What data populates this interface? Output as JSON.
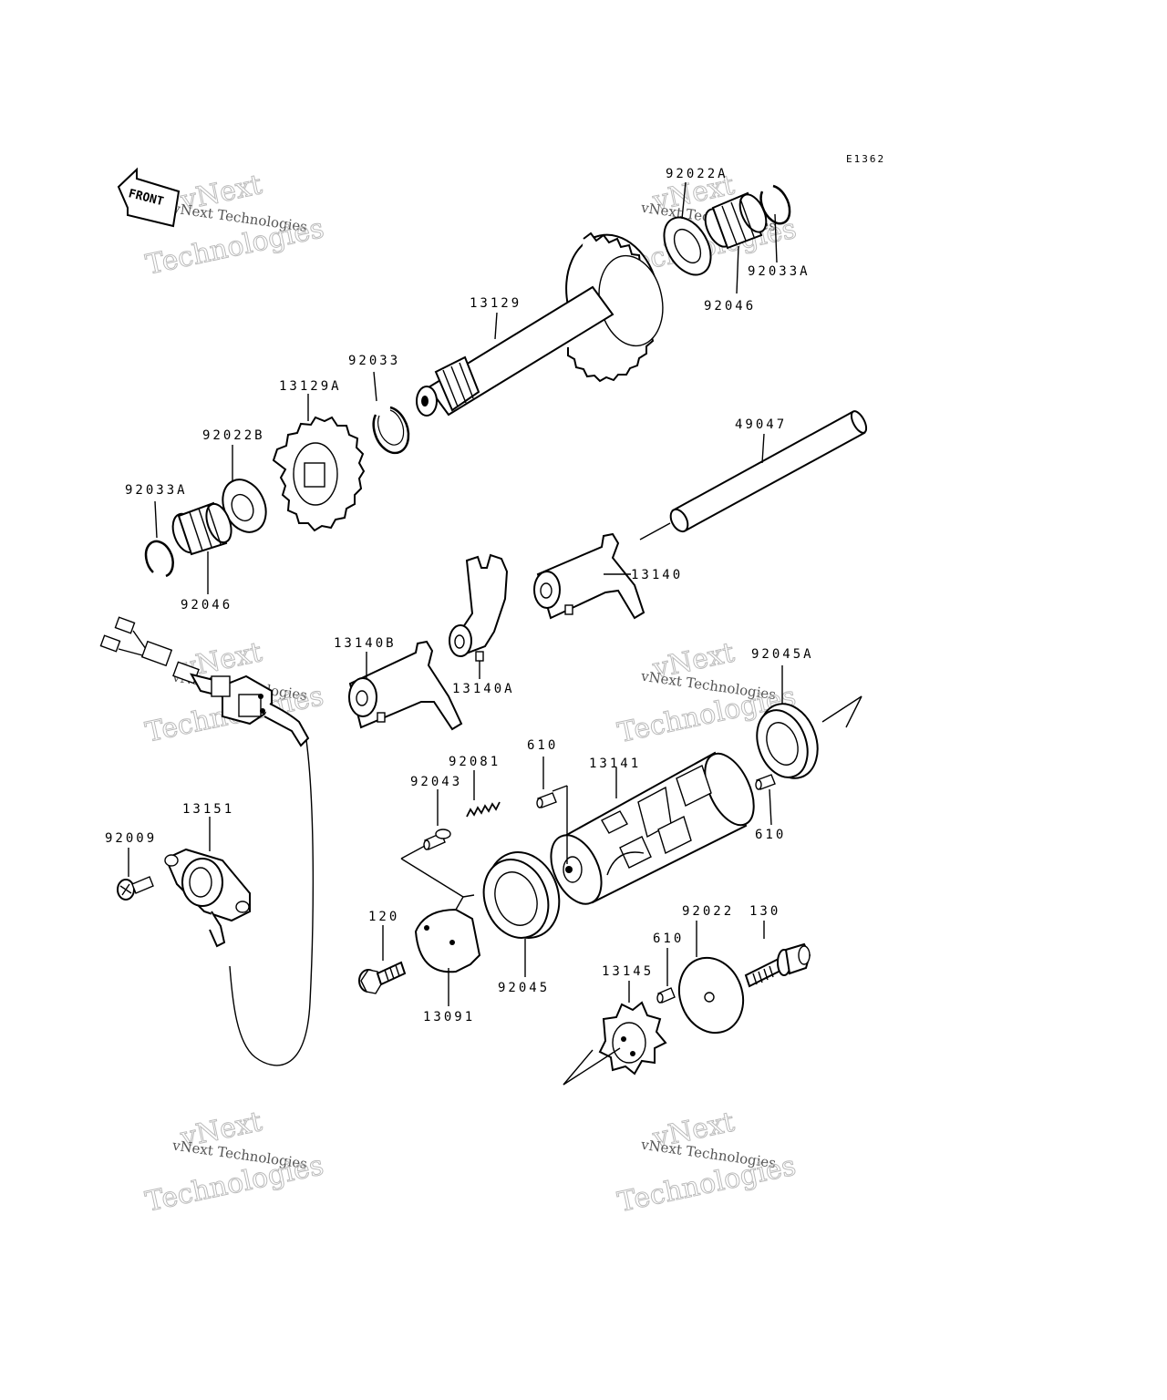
{
  "diagram": {
    "code": "E1362",
    "front_label": "FRONT",
    "parts": [
      {
        "id": "p-13129",
        "label": "13129"
      },
      {
        "id": "p-92022A",
        "label": "92022A"
      },
      {
        "id": "p-92033A-top",
        "label": "92033A"
      },
      {
        "id": "p-92046-top",
        "label": "92046"
      },
      {
        "id": "p-92033",
        "label": "92033"
      },
      {
        "id": "p-13129A",
        "label": "13129A"
      },
      {
        "id": "p-92022B",
        "label": "92022B"
      },
      {
        "id": "p-92033A-left",
        "label": "92033A"
      },
      {
        "id": "p-92046-left",
        "label": "92046"
      },
      {
        "id": "p-49047",
        "label": "49047"
      },
      {
        "id": "p-13140",
        "label": "13140"
      },
      {
        "id": "p-13140A",
        "label": "13140A"
      },
      {
        "id": "p-13140B",
        "label": "13140B"
      },
      {
        "id": "p-92045A",
        "label": "92045A"
      },
      {
        "id": "p-610-a",
        "label": "610"
      },
      {
        "id": "p-92081",
        "label": "92081"
      },
      {
        "id": "p-92043",
        "label": "92043"
      },
      {
        "id": "p-13141",
        "label": "13141"
      },
      {
        "id": "p-610-b",
        "label": "610"
      },
      {
        "id": "p-13151",
        "label": "13151"
      },
      {
        "id": "p-92009",
        "label": "92009"
      },
      {
        "id": "p-120",
        "label": "120"
      },
      {
        "id": "p-13091",
        "label": "13091"
      },
      {
        "id": "p-92045",
        "label": "92045"
      },
      {
        "id": "p-92022",
        "label": "92022"
      },
      {
        "id": "p-130",
        "label": "130"
      },
      {
        "id": "p-610-c",
        "label": "610"
      },
      {
        "id": "p-13145",
        "label": "13145"
      }
    ],
    "watermark": {
      "line1": "vNext Technologies",
      "line2": "Technologies",
      "line3": "vNext"
    }
  }
}
